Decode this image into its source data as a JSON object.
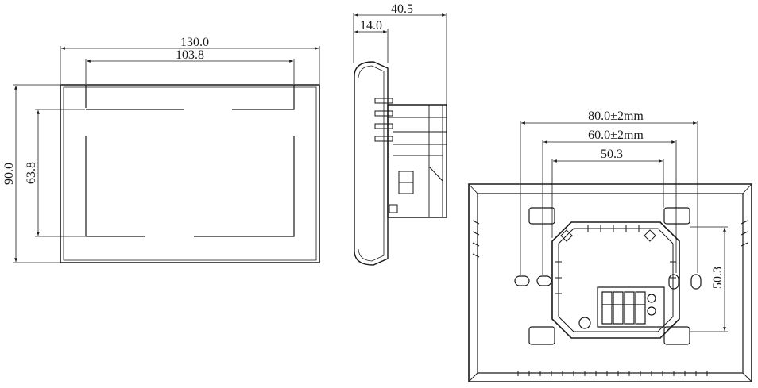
{
  "front_view": {
    "overall_width": "130.0",
    "screen_width": "103.8",
    "overall_height": "90.0",
    "screen_height": "63.8"
  },
  "side_view": {
    "overall_depth": "40.5",
    "front_depth": "14.0"
  },
  "back_view": {
    "mount_spacing_outer": "80.0±2mm",
    "mount_spacing_inner": "60.0±2mm",
    "mount_box_width": "50.3",
    "mount_box_height": "50.3"
  }
}
